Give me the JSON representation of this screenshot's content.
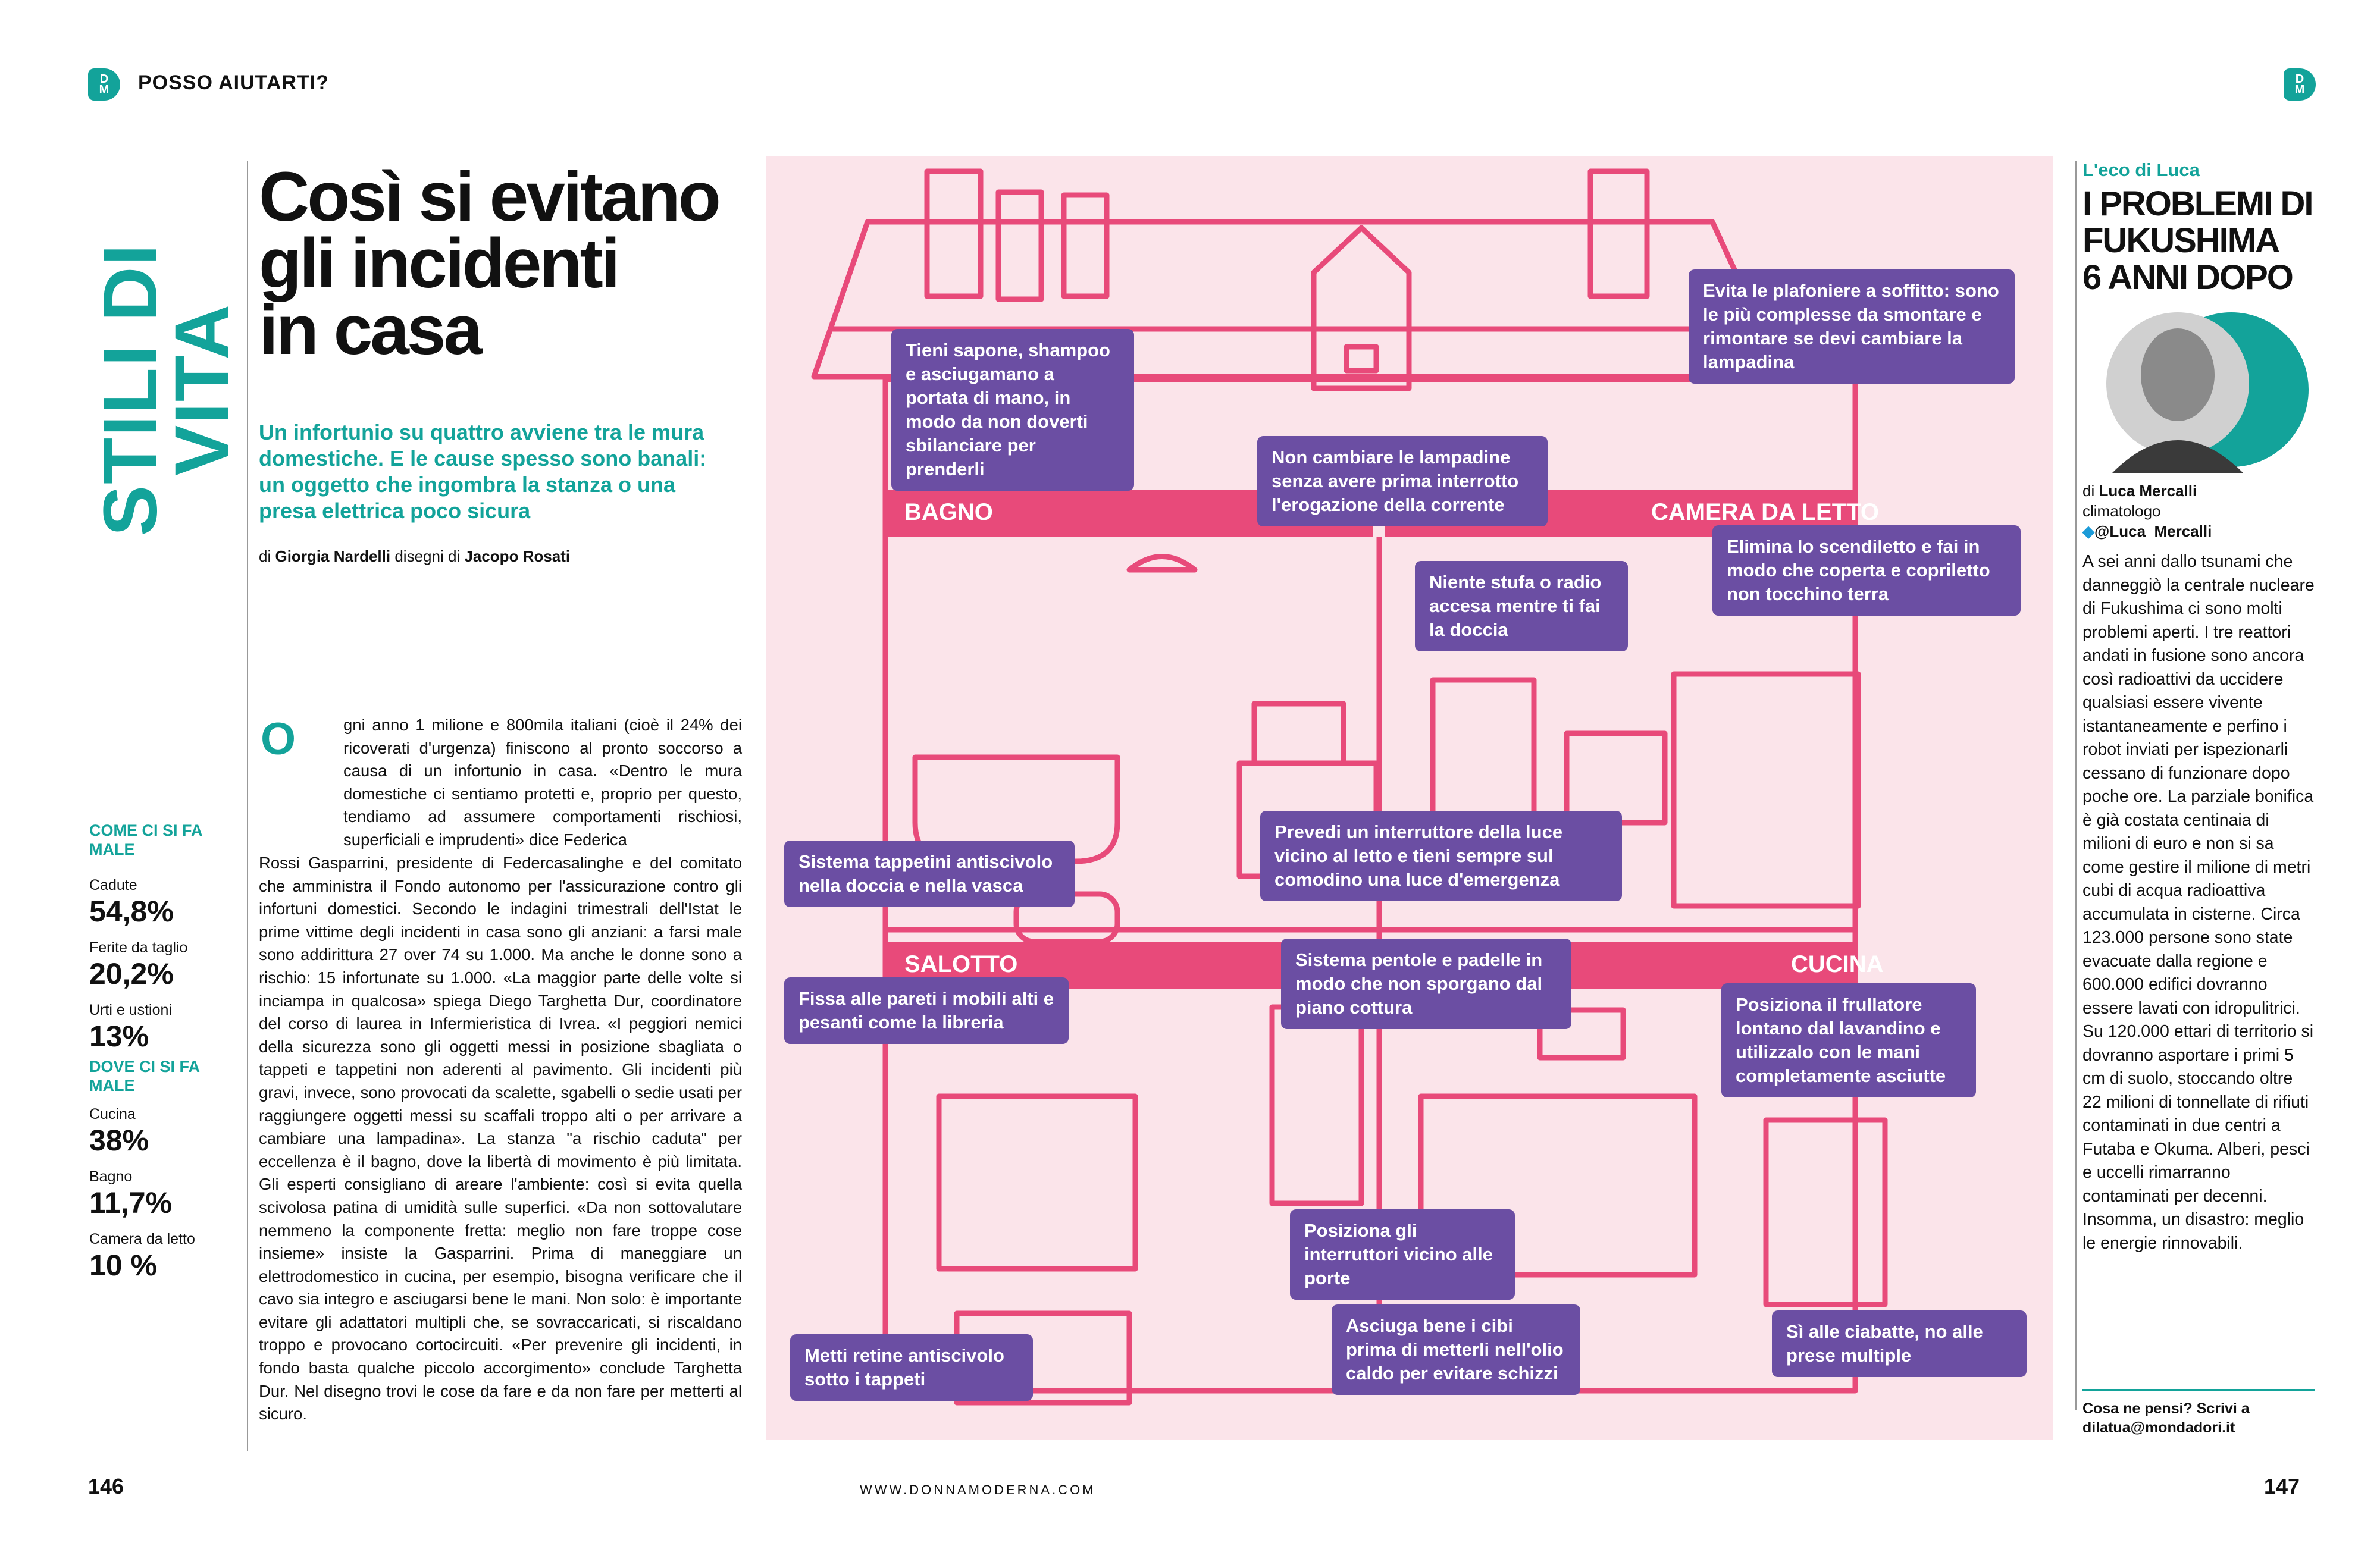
{
  "header": {
    "section": "POSSO AIUTARTI?",
    "logo_left": "D\nM",
    "logo_right": "D\nM"
  },
  "vertical_title": "STILI DI VITA",
  "article": {
    "title_lines": [
      "Così si evitano",
      "gli incidenti",
      "in casa"
    ],
    "lead": "Un infortunio su quattro avviene tra le mura domestiche. E le cause spesso sono banali: un oggetto che ingombra la stanza o una presa elettrica poco sicura",
    "byline": {
      "prefix": "di",
      "author": "Giorgia Nardelli",
      "mid": "disegni di",
      "illustrator": "Jacopo Rosati"
    },
    "dropcap": "O",
    "body_first": "gni anno 1 milione e 800mila italiani (cioè il 24% dei ricoverati d'urgenza) finiscono al pronto soccorso a causa di un infortunio in casa. «Dentro le mura domestiche ci sentiamo protetti e, proprio per questo, tendiamo ad assumere comportamenti rischiosi, superficiali e imprudenti» dice Federica",
    "body_rest": "Rossi Gasparrini, presidente di Federcasalinghe e del comitato che amministra il Fondo autonomo per l'assicurazione contro gli infortuni domestici. Secondo le indagini trimestrali dell'Istat le prime vittime degli incidenti in casa sono gli anziani: a farsi male sono addirittura 27 over 74 su 1.000. Ma anche le donne sono a rischio: 15 infortunate su 1.000. «La maggior parte delle volte si inciampa in qualcosa» spiega Diego Targhetta Dur, coordinatore del corso di laurea in Infermieristica di Ivrea. «I peggiori nemici della sicurezza sono gli oggetti messi in posizione sbagliata o tappeti e tappetini non aderenti al pavimento. Gli incidenti più gravi, invece, sono provocati da scalette, sgabelli o sedie usati per raggiungere oggetti messi su scaffali troppo alti o per arrivare a cambiare una lampadina». La stanza \"a rischio caduta\" per eccellenza è il bagno, dove la libertà di movimento è più limitata. Gli esperti consigliano di areare l'ambiente: così si evita quella scivolosa patina di umidità sulle superfici. «Da non sottovalutare nemmeno la componente fretta: meglio non fare troppe cose insieme» insiste la Gasparrini. Prima di maneggiare un elettrodomestico in cucina, per esempio, bisogna verificare che il cavo sia integro e asciugarsi bene le mani. Non solo: è importante evitare gli adattatori multipli che, se sovraccaricati, si riscaldano troppo e provocano cortocircuiti. «Per prevenire gli incidenti, in fondo basta qualche piccolo accorgimento» conclude Targhetta Dur. Nel disegno trovi le cose da fare e da non fare per metterti al sicuro."
  },
  "stats": {
    "how_title": "COME CI SI FA MALE",
    "how": [
      {
        "label": "Cadute",
        "value": "54,8%"
      },
      {
        "label": "Ferite da taglio",
        "value": "20,2%"
      },
      {
        "label": "Urti e ustioni",
        "value": "13%"
      }
    ],
    "where_title": "DOVE CI SI FA MALE",
    "where": [
      {
        "label": "Cucina",
        "value": "38%"
      },
      {
        "label": "Bagno",
        "value": "11,7%"
      },
      {
        "label": "Camera da letto",
        "value": "10 %"
      }
    ]
  },
  "illustration": {
    "colors": {
      "bg": "#fbe4ea",
      "line": "#e84a7a",
      "tip": "#6b4ea3",
      "room_bar": "#e84a7a"
    },
    "rooms": [
      "BAGNO",
      "CAMERA DA LETTO",
      "SALOTTO",
      "CUCINA"
    ],
    "tips": [
      "Tieni sapone, shampoo e asciugamano a portata di mano, in modo da non doverti sbilanciare per prenderli",
      "Non cambiare le lampadine senza avere prima interrotto l'erogazione della corrente",
      "Evita le plafoniere a soffitto: sono le più complesse da smontare e rimontare se devi cambiare la lampadina",
      "Elimina lo scendiletto e fai in modo che coperta e copriletto non tocchino terra",
      "Niente stufa o radio accesa mentre ti fai la doccia",
      "Sistema tappetini antiscivolo nella doccia e nella vasca",
      "Prevedi un interruttore della luce vicino al letto e tieni sempre sul comodino una luce d'emergenza",
      "Fissa alle pareti i mobili alti e pesanti come la libreria",
      "Sistema pentole e padelle in modo che non sporgano dal piano cottura",
      "Posiziona il frullatore lontano dal lavandino e utilizzalo con le mani completamente asciutte",
      "Posiziona gli interruttori vicino alle porte",
      "Metti retine antiscivolo sotto i tappeti",
      "Asciuga bene i cibi prima di metterli nell'olio caldo per evitare schizzi",
      "Sì alle ciabatte, no alle prese multiple"
    ]
  },
  "sidebar": {
    "kicker": "L'eco di Luca",
    "title_lines": [
      "I PROBLEMI DI",
      "FUKUSHIMA",
      "6 ANNI DOPO"
    ],
    "author_prefix": "di",
    "author": "Luca Mercalli",
    "role": "climatologo",
    "handle": "@Luca_Mercalli",
    "text": "A sei anni dallo tsunami che danneggiò la centrale nucleare  di Fukushima ci sono molti problemi aperti. I tre reattori andati in fusione sono ancora così radioattivi da uccidere qualsiasi essere vivente istantaneamente e perfino i robot inviati per ispezionarli cessano di funzionare dopo poche ore. La parziale bonifica è già costata centinaia di milioni di euro e non si sa come gestire il milione di metri cubi di acqua radioattiva accumulata in cisterne. Circa 123.000 persone sono state evacuate dalla regione e 600.000 edifici dovranno essere lavati con idropulitrici. Su 120.000 ettari di territorio si dovranno asportare i primi 5 cm di suolo, stoccando oltre 22 milioni di tonnellate di rifiuti contaminati in due centri a Futaba e Okuma. Alberi, pesci e uccelli rimarranno contaminati per decenni. Insomma, un disastro: meglio le energie rinnovabili.",
    "cta_lines": [
      "Cosa ne pensi? Scrivi a",
      "dilatua@mondadori.it"
    ]
  },
  "footer": {
    "page_left": "146",
    "site": "WWW.DONNAMODERNA.COM",
    "page_right": "147"
  }
}
